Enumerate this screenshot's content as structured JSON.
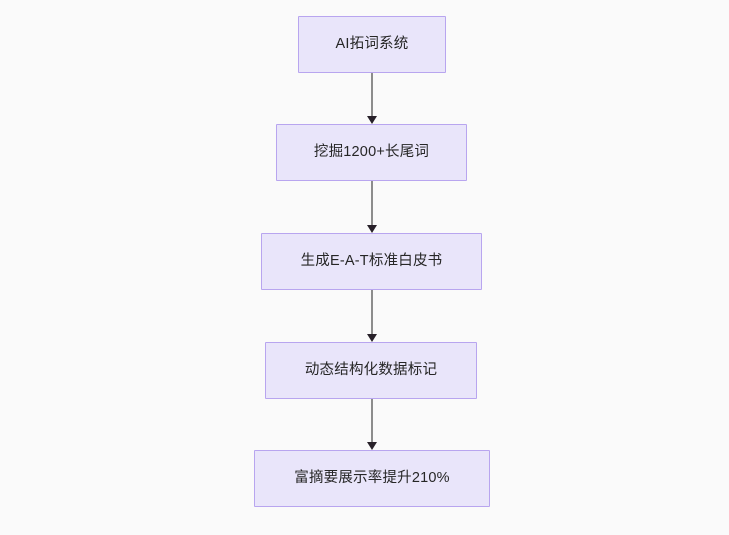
{
  "diagram": {
    "type": "flowchart",
    "direction": "top-to-bottom",
    "background_color": "#fafafa",
    "node_fill_color": "#e9e5fa",
    "node_border_color": "#b8a5ef",
    "connector_color": "#8c8c8c",
    "arrowhead_color": "#272029",
    "text_color": "#262626",
    "nodes": [
      {
        "id": "node-0",
        "label": "AI拓词系统"
      },
      {
        "id": "node-1",
        "label": "挖掘1200+长尾词"
      },
      {
        "id": "node-2",
        "label": "生成E-A-T标准白皮书"
      },
      {
        "id": "node-3",
        "label": "动态结构化数据标记"
      },
      {
        "id": "node-4",
        "label": "富摘要展示率提升210%"
      }
    ],
    "edges": [
      {
        "id": "conn-0",
        "from": "node-0",
        "to": "node-1",
        "label": ""
      },
      {
        "id": "conn-1",
        "from": "node-1",
        "to": "node-2",
        "label": ""
      },
      {
        "id": "conn-2",
        "from": "node-2",
        "to": "node-3",
        "label": ""
      },
      {
        "id": "conn-3",
        "from": "node-3",
        "to": "node-4",
        "label": ""
      }
    ]
  }
}
